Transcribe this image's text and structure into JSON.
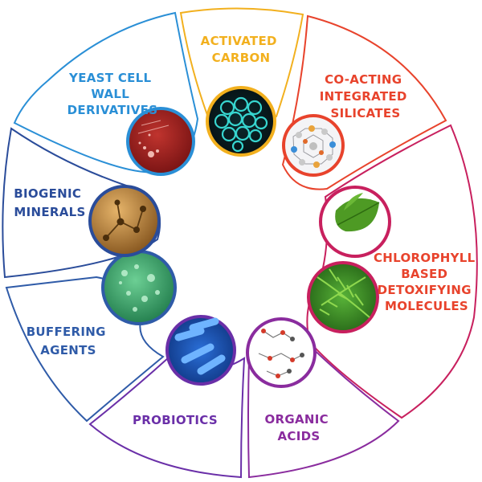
{
  "segments": [
    {
      "id": "activated-carbon",
      "lines": [
        "ACTIVATED",
        "CARBON"
      ],
      "color": "#F2B01E"
    },
    {
      "id": "co-acting-integrated-silicates",
      "lines": [
        "CO-ACTING",
        "INTEGRATED",
        "SILICATES"
      ],
      "color": "#E8432C"
    },
    {
      "id": "chlorophyll-based-detoxifying-molecules",
      "lines": [
        "CHLOROPHYLL",
        "BASED",
        "DETOXIFYING",
        "MOLECULES"
      ],
      "color": "#C8205E"
    },
    {
      "id": "organic-acids",
      "lines": [
        "ORGANIC",
        "ACIDS"
      ],
      "color": "#8A2C9E"
    },
    {
      "id": "probiotics",
      "lines": [
        "PROBIOTICS"
      ],
      "color": "#6A2FA8"
    },
    {
      "id": "buffering-agents",
      "lines": [
        "BUFFERING",
        "AGENTS"
      ],
      "color": "#2F5BA8"
    },
    {
      "id": "biogenic-minerals",
      "lines": [
        "BIOGENIC",
        "MINERALS"
      ],
      "color": "#2A4C9A"
    },
    {
      "id": "yeast-cell-wall-derivatives",
      "lines": [
        "YEAST CELL",
        "WALL",
        "DERIVATIVES"
      ],
      "color": "#2A8FD6"
    }
  ]
}
